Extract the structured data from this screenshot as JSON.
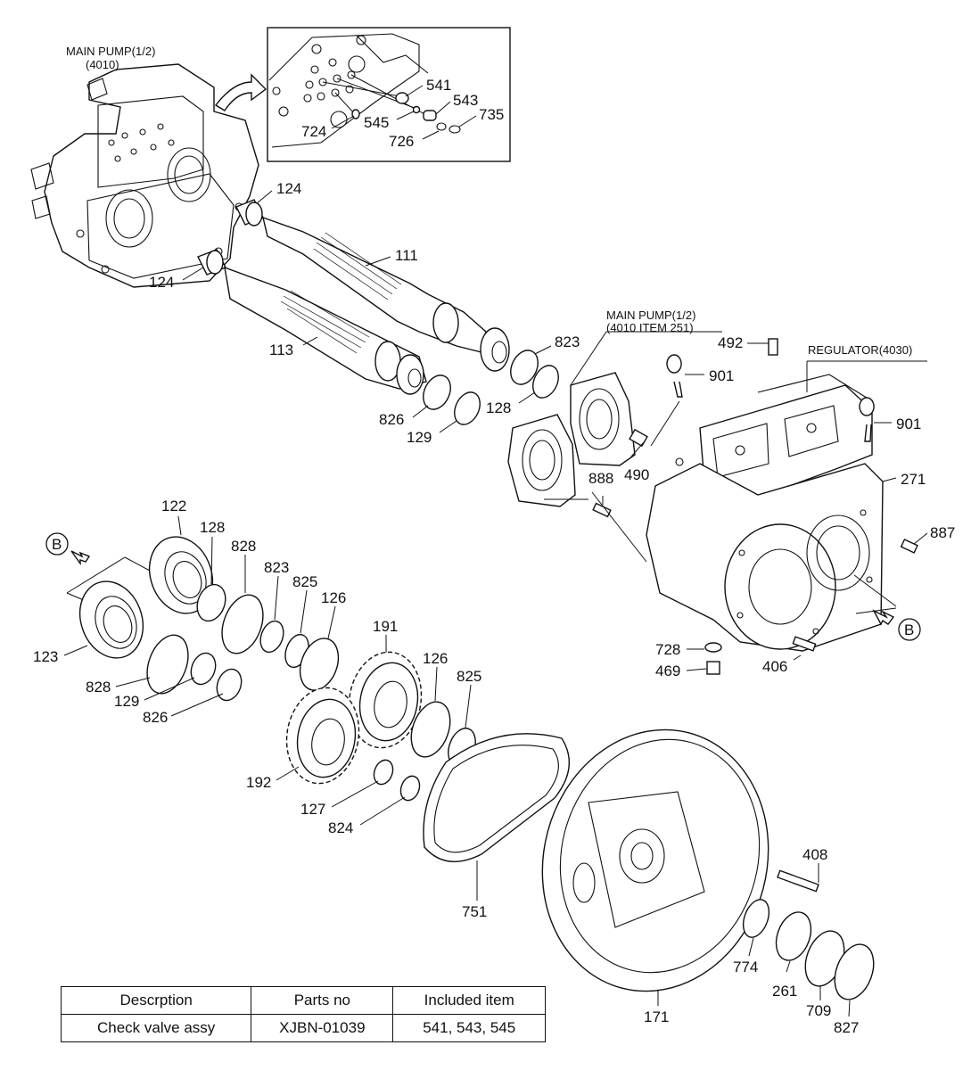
{
  "captions": {
    "main_pump_top_line1": "MAIN PUMP(1/2)",
    "main_pump_top_line2": "(4010)",
    "main_pump_mid_line1": "MAIN PUMP(1/2)",
    "main_pump_mid_line2": "(4010 ITEM 251)",
    "regulator": "REGULATOR(4030)",
    "view_marker_left": "B",
    "view_marker_right": "B"
  },
  "callouts": {
    "c541": "541",
    "c543": "543",
    "c735": "735",
    "c724": "724",
    "c545": "545",
    "c726": "726",
    "c124a": "124",
    "c124b": "124",
    "c111": "111",
    "c113": "113",
    "c823a": "823",
    "c128a": "128",
    "c826a": "826",
    "c129a": "129",
    "c492": "492",
    "c901a": "901",
    "c901b": "901",
    "c490": "490",
    "c888": "888",
    "c271": "271",
    "c887": "887",
    "c728": "728",
    "c469": "469",
    "c406": "406",
    "c122": "122",
    "c128b": "128",
    "c828a": "828",
    "c823b": "823",
    "c825a": "825",
    "c126a": "126",
    "c123": "123",
    "c828b": "828",
    "c129b": "129",
    "c826b": "826",
    "c191": "191",
    "c126b": "126",
    "c825b": "825",
    "c192": "192",
    "c127": "127",
    "c824": "824",
    "c751": "751",
    "c408": "408",
    "c774": "774",
    "c261": "261",
    "c709": "709",
    "c827": "827",
    "c171": "171"
  },
  "table": {
    "headers": [
      "Descrption",
      "Parts no",
      "Included item"
    ],
    "rows": [
      [
        "Check valve assy",
        "XJBN-01039",
        "541, 543, 545"
      ]
    ]
  }
}
